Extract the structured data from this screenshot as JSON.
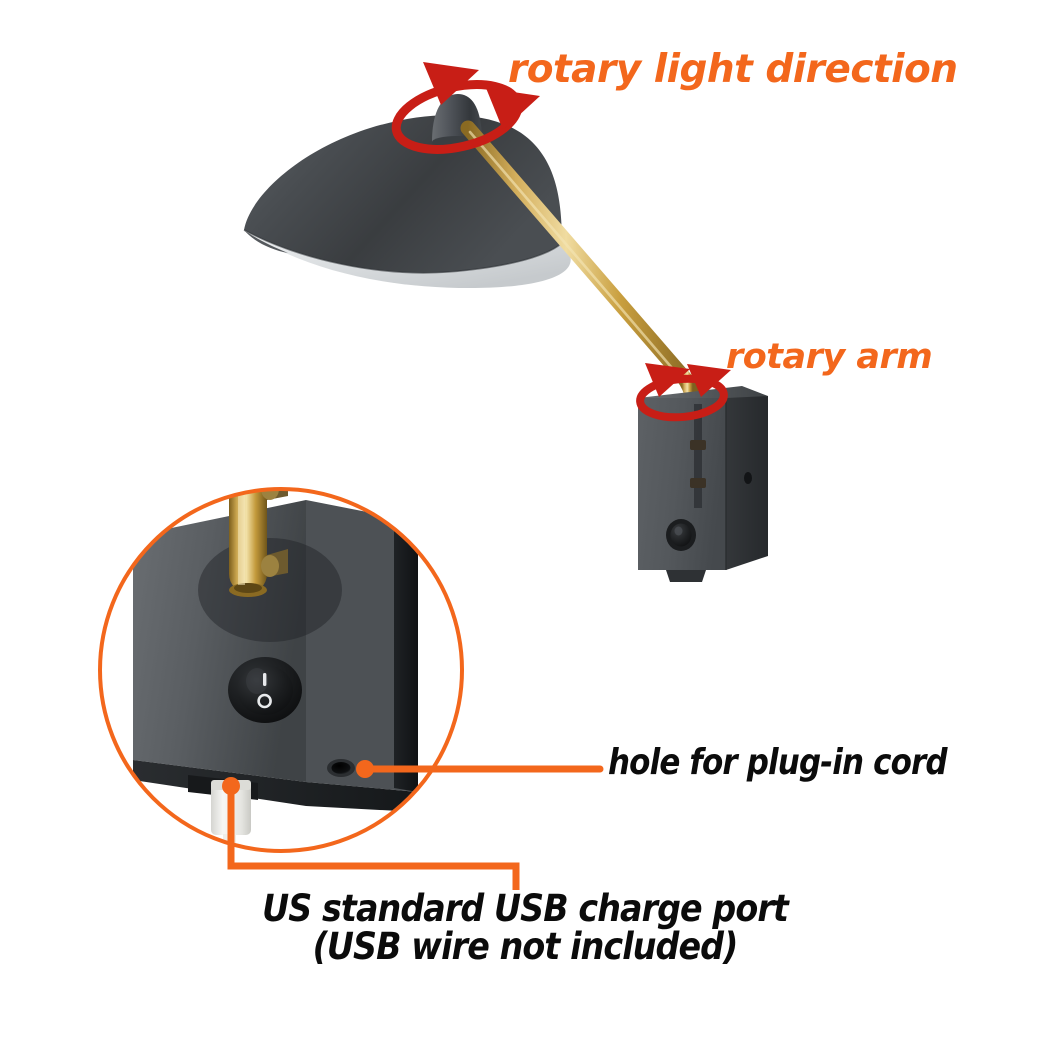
{
  "image": {
    "kind": "product-annotation-diagram",
    "subject": "wall sconce lamp with swing arm",
    "background_color": "#ffffff"
  },
  "palette": {
    "annotation_orange": "#f3671c",
    "rotation_red": "#c81e16",
    "label_black": "#0b0b0b",
    "shade_dark": "#3c3f42",
    "shade_mid": "#4b4f53",
    "shade_inner": "#d9dcde",
    "brass": "#c9a34a",
    "brass_light": "#e8cf8e",
    "body_gray": "#54585c",
    "body_dark": "#2c2e31",
    "usb_white": "#f2f2f0"
  },
  "annotations": [
    {
      "id": "rotary-light-direction",
      "text": "rotary light direction",
      "color": "#f3671c",
      "marker": "red-rotation-ellipse-with-two-arrows",
      "points_at": "shade-swivel-cap"
    },
    {
      "id": "rotary-arm",
      "text": "rotary arm",
      "color": "#f3671c",
      "marker": "red-rotation-ellipse-with-two-arrows",
      "points_at": "brass-arm-base"
    },
    {
      "id": "hole-for-plug-in-cord",
      "text": "hole for plug-in cord",
      "color": "#0b0b0b",
      "marker": "orange-leader-line-with-dot",
      "points_at": "cord-hole"
    },
    {
      "id": "us-standard-usb-charge-port",
      "text_line1": "US standard USB charge port",
      "text_line2": "(USB wire not included)",
      "color": "#0b0b0b",
      "marker": "orange-leader-line-with-dot",
      "points_at": "usb-plug"
    }
  ],
  "parts": {
    "shade": "lamp-shade",
    "swivel_cap": "shade-swivel-cap",
    "arm": "brass-swing-arm",
    "wall_box": "wall-mount-box",
    "rocker_switch": "rocker-switch",
    "switch_on_mark": "I",
    "switch_off_mark": "O",
    "cord_hole": "cord-hole",
    "usb_plug": "usb-plug",
    "usb_cable": "usb-cable"
  },
  "inset": {
    "name": "magnified-detail-circle",
    "shape": "circle",
    "outline_color": "#f3671c",
    "shows": [
      "wall-mount-box",
      "brass-swing-arm",
      "rocker-switch",
      "cord-hole",
      "usb-plug",
      "usb-cable"
    ]
  }
}
